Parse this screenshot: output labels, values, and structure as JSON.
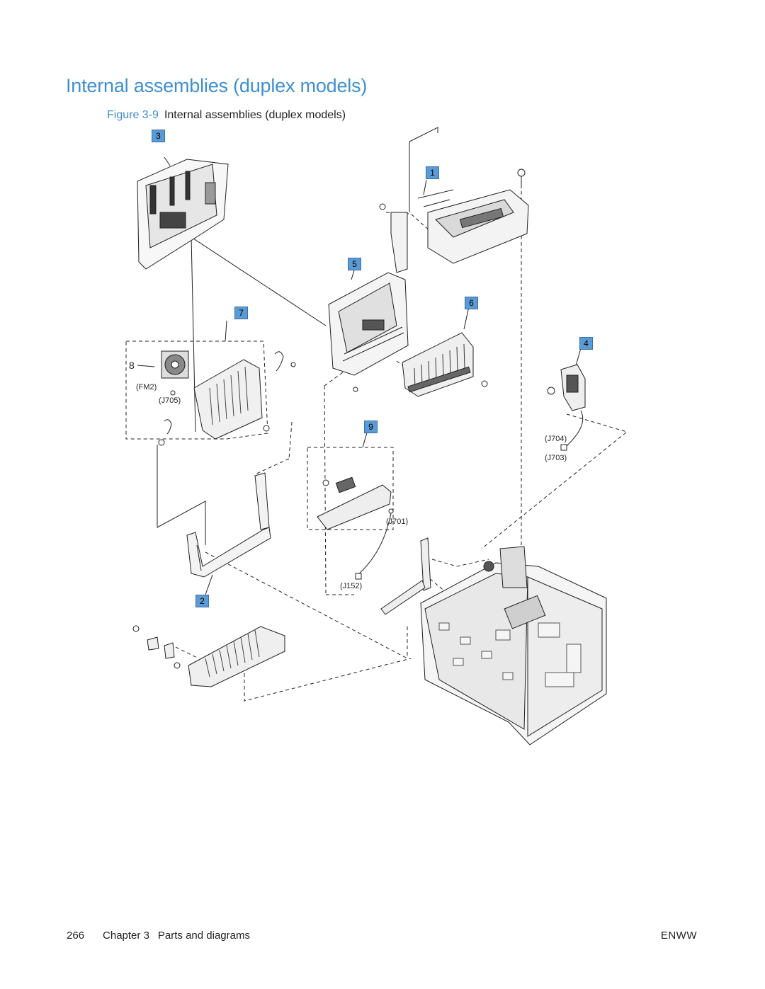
{
  "section_title": "Internal assemblies (duplex models)",
  "figure": {
    "prefix": "Figure 3",
    "number": "-9",
    "caption": "Internal assemblies (duplex models)"
  },
  "callouts": [
    "3",
    "1",
    "5",
    "6",
    "7",
    "4",
    "8",
    "9",
    "2"
  ],
  "connectors": {
    "fm2": "(FM2)",
    "j705": "(J705)",
    "j704": "(J704)",
    "j703": "(J703)",
    "j701": "(J701)",
    "j152": "(J152)"
  },
  "footer": {
    "page_number": "266",
    "chapter": "Chapter 3",
    "chapter_title": "Parts and diagrams",
    "doc_code": "ENWW"
  },
  "colors": {
    "accent": "#3f8fd2",
    "callout_fill": "#5b9bd5",
    "line": "#231f20"
  }
}
